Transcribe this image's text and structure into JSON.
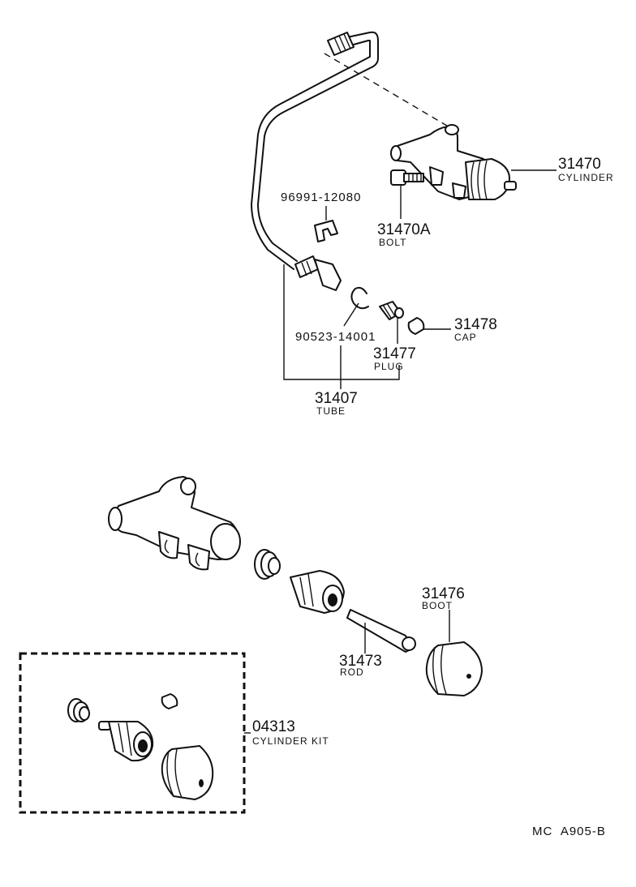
{
  "parts": {
    "cylinder": {
      "number": "31470",
      "name": "CYLINDER"
    },
    "bolt": {
      "number": "31470A",
      "name": "BOLT"
    },
    "clip": {
      "number": "96991-12080"
    },
    "ring": {
      "number": "90523-14001"
    },
    "plug": {
      "number": "31477",
      "name": "PLUG"
    },
    "cap": {
      "number": "31478",
      "name": "CAP"
    },
    "tube": {
      "number": "31407",
      "name": "TUBE"
    },
    "boot": {
      "number": "31476",
      "name": "BOOT"
    },
    "rod": {
      "number": "31473",
      "name": "ROD"
    },
    "kit": {
      "number": "04313",
      "name": "CYLINDER KIT"
    }
  },
  "figure_code": "MC  A905-B"
}
